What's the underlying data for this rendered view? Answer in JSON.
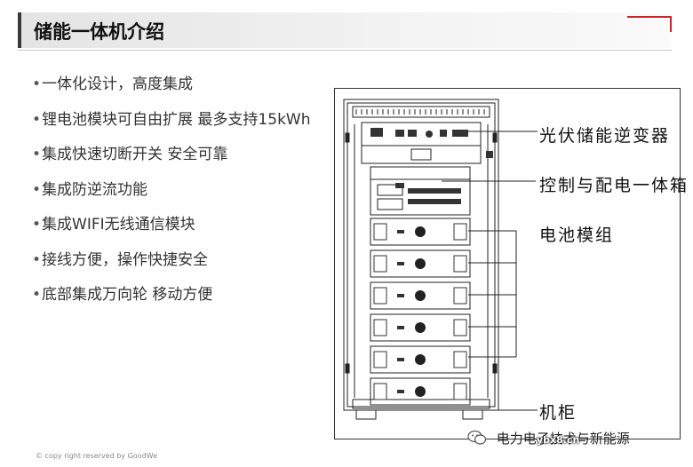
{
  "slide": {
    "title": "储能一体机介绍",
    "bullets": [
      "一体化设计，高度集成",
      "锂电池模块可自由扩展 最多支持15kWh",
      "集成快速切断开关 安全可靠",
      "集成防逆流功能",
      "集成WIFI无线通信模块",
      "接线方便，操作快捷安全",
      "底部集成万向轮 移动方便"
    ],
    "copyright": "© copy right reserved by GoodWe"
  },
  "diagram": {
    "callouts": {
      "inverter": "光伏储能逆变器",
      "control_box": "控制与配电一体箱",
      "battery": "电池模组",
      "cabinet": "机柜"
    },
    "battery_module_count": 6
  },
  "watermark": {
    "text": "电力电子技术与新能源",
    "sub": "ybx8.cn"
  },
  "colors": {
    "accent": "#c0282d",
    "title_bar": "#e8e8e8",
    "bullet_text": "#333333"
  }
}
